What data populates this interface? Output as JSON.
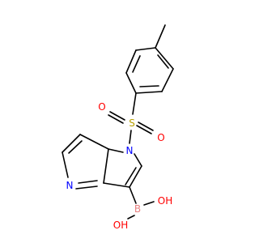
{
  "molecule": {
    "atoms": {
      "sulfur": "S",
      "oxygen_left": "O",
      "oxygen_right": "O",
      "nitrogen_pyrrole": "N",
      "nitrogen_pyridine": "N",
      "boron": "B",
      "hydroxyl_right": "OH",
      "hydroxyl_bottom": "OH"
    }
  },
  "colors": {
    "bond": "#000000",
    "nitrogen": "#0000ff",
    "sulfur": "#b8a000",
    "oxygen": "#ff0000",
    "boron": "#e88080"
  }
}
